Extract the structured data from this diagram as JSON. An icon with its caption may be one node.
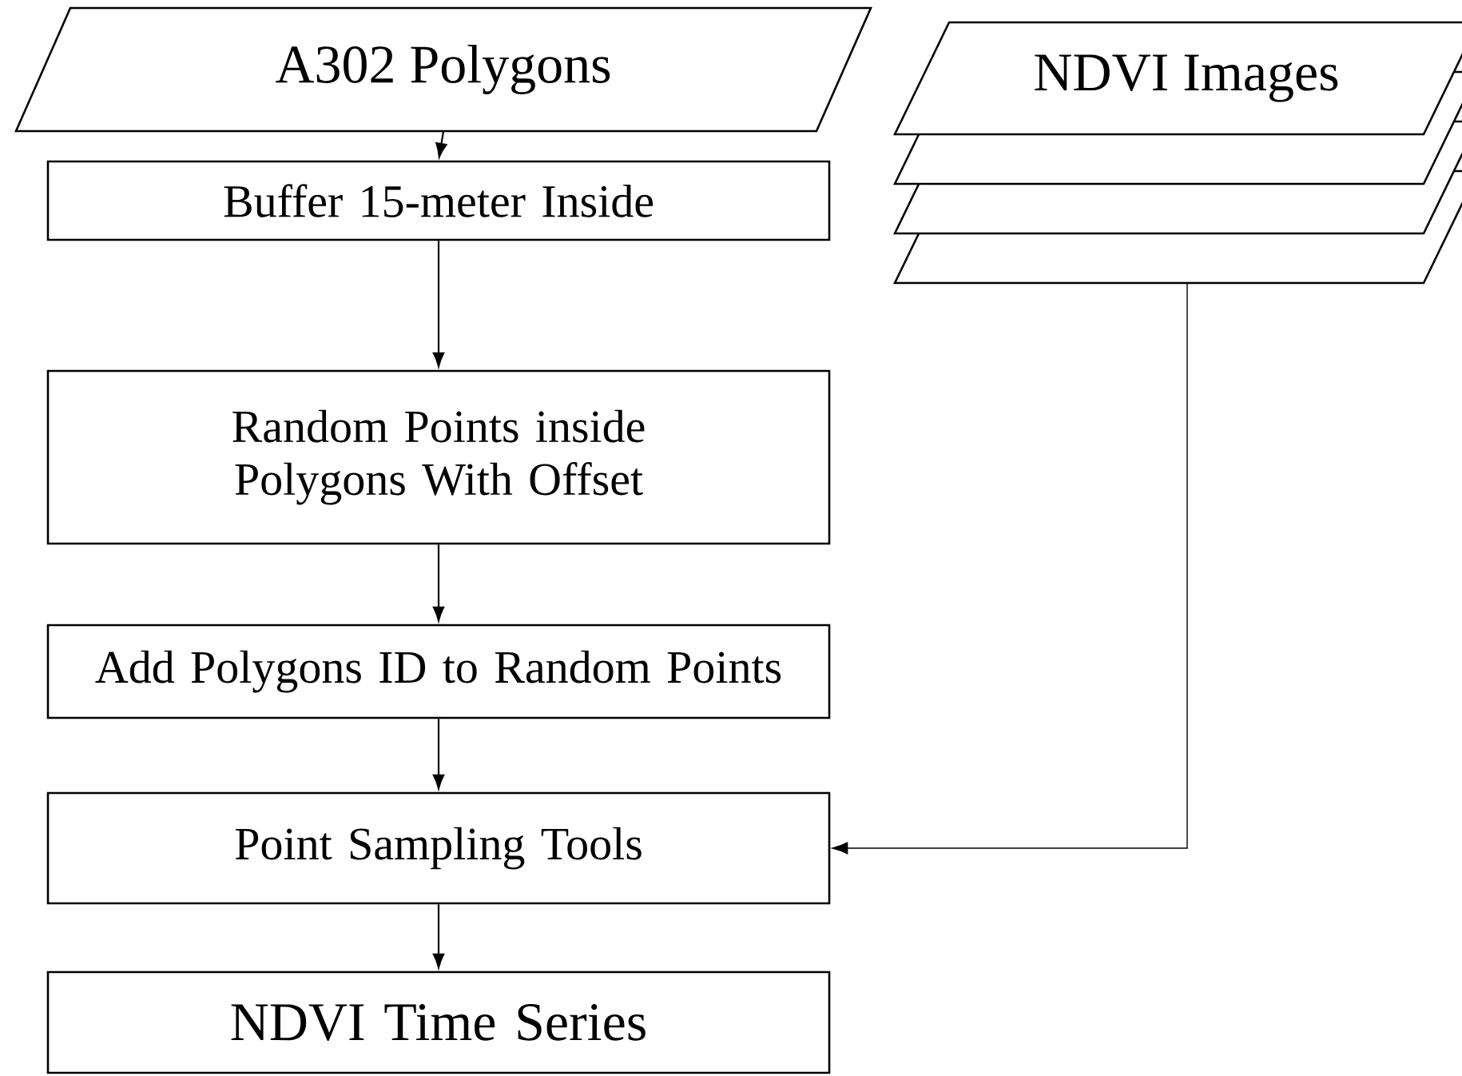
{
  "diagram": {
    "nodes": [
      {
        "text": [
          "A302 Polygons"
        ]
      },
      {
        "text": [
          "NDVI Images"
        ]
      },
      {
        "text": [
          "Buffer 15-meter Inside"
        ]
      },
      {
        "text": [
          "Random Points inside Polygons With Offset"
        ]
      },
      {
        "text": [
          "Add Polygons ID to Random Points"
        ]
      },
      {
        "text": [
          "Point Sampling Tools"
        ]
      },
      {
        "text": [
          "NDVI Time Series"
        ]
      }
    ],
    "edges": [
      {
        "from": 0,
        "to": 2,
        "arrow": "to"
      },
      {
        "from": 2,
        "to": 3,
        "arrow": "to"
      },
      {
        "from": 3,
        "to": 4,
        "arrow": "to"
      },
      {
        "from": 4,
        "to": 5,
        "arrow": "to"
      },
      {
        "from": 5,
        "to": 6,
        "arrow": "to"
      },
      {
        "from": 1,
        "to": 5,
        "arrow": "to"
      }
    ]
  }
}
